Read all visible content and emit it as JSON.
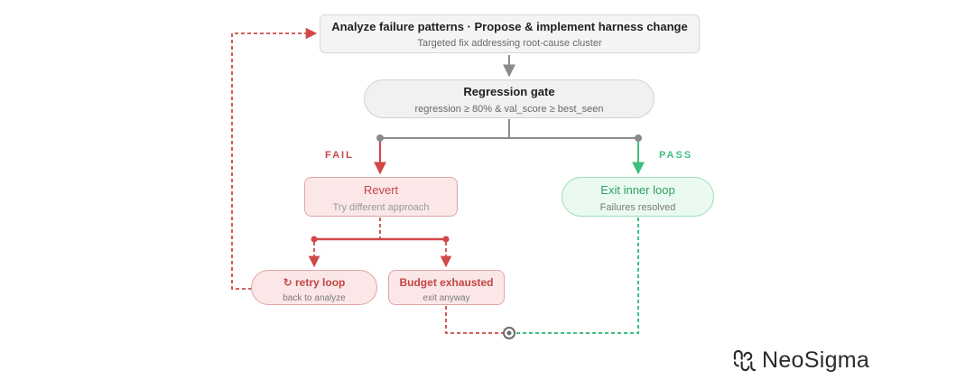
{
  "nodes": {
    "analyze": {
      "title": "Analyze failure patterns · Propose & implement harness change",
      "subtitle": "Targeted fix addressing root-cause cluster"
    },
    "gate": {
      "title": "Regression gate",
      "subtitle": "regression ≥ 80% & val_score ≥ best_seen"
    },
    "revert": {
      "title": "Revert",
      "subtitle": "Try different approach"
    },
    "exit": {
      "title": "Exit inner loop",
      "subtitle": "Failures resolved"
    },
    "retry": {
      "title": "↻ retry loop",
      "subtitle": "back to analyze"
    },
    "budget": {
      "title": "Budget exhausted",
      "subtitle": "exit anyway"
    }
  },
  "branches": {
    "fail": "FAIL",
    "pass": "PASS"
  },
  "colors": {
    "fail": "#d04848",
    "pass": "#3fbf7f",
    "neutral": "#8a8a8a"
  },
  "brand": {
    "name": "NeoSigma",
    "icon": "neosigma-logo-icon"
  }
}
